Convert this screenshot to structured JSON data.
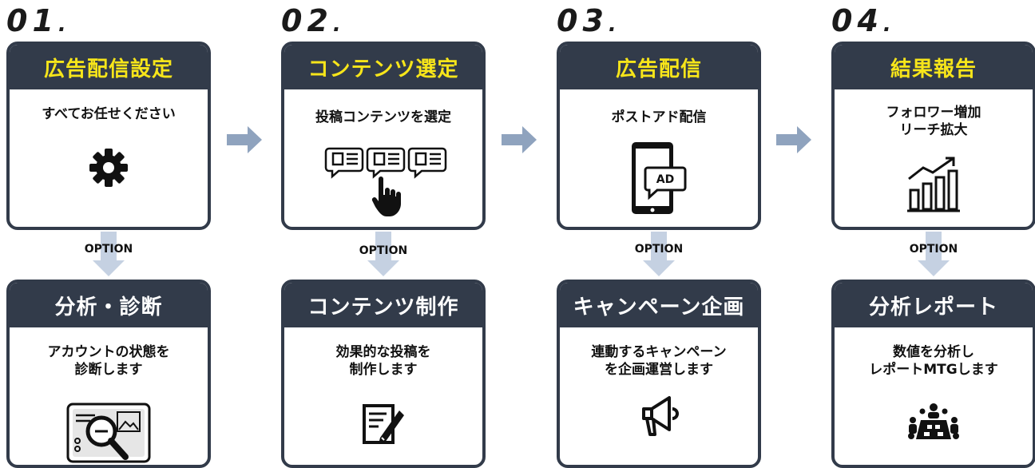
{
  "steps": [
    {
      "number": "01",
      "title": "広告配信設定",
      "desc": "すべてお任せください",
      "icon": "gear-icon"
    },
    {
      "number": "02",
      "title": "コンテンツ選定",
      "desc": "投稿コンテンツを選定",
      "icon": "content-select-icon"
    },
    {
      "number": "03",
      "title": "広告配信",
      "desc": "ポストアド配信",
      "icon": "phone-ad-icon"
    },
    {
      "number": "04",
      "title": "結果報告",
      "desc1": "フォロワー増加",
      "desc2": "リーチ拡大",
      "icon": "growth-chart-icon"
    }
  ],
  "option_label": "OPTION",
  "options": [
    {
      "title": "分析・診断",
      "desc1": "アカウントの状態を",
      "desc2": "診断します",
      "icon": "analysis-magnifier-icon"
    },
    {
      "title": "コンテンツ制作",
      "desc1": "効果的な投稿を",
      "desc2": "制作します",
      "icon": "edit-document-icon"
    },
    {
      "title": "キャンペーン企画",
      "desc1": "連動するキャンペーン",
      "desc2": "を企画運営します",
      "icon": "megaphone-icon"
    },
    {
      "title": "分析レポート",
      "desc1": "数値を分析し",
      "desc2": "レポートMTGします",
      "icon": "meeting-icon"
    }
  ],
  "colors": {
    "header": "#323b4a",
    "title_yellow": "#f7e51a",
    "arrow_right": "#8fa3be",
    "arrow_down": "#c5d1e2"
  }
}
